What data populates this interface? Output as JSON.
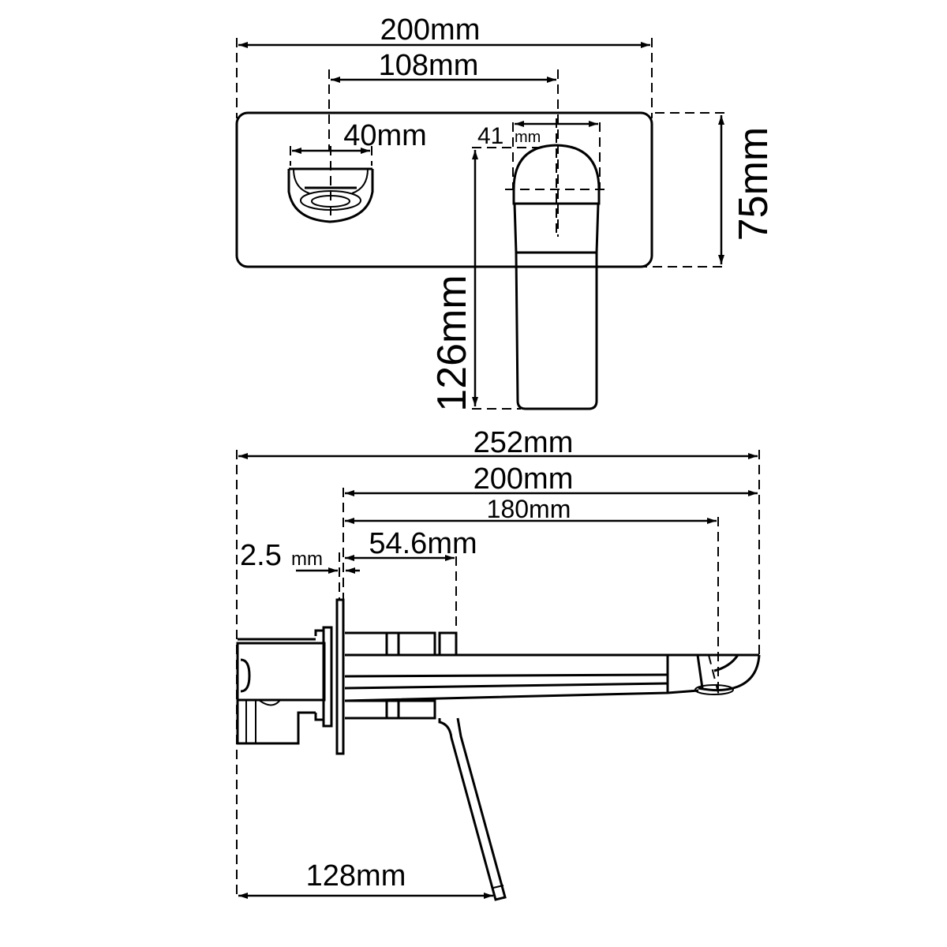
{
  "drawing": {
    "type": "wall-mounted basin mixer dimension drawing",
    "colors": {
      "line": "#000000",
      "background": "#ffffff"
    },
    "front_view": {
      "dimensions": {
        "plate_width": "200mm",
        "spout_to_handle_centers": "108mm",
        "spout_outlet_width": "40mm",
        "handle_width_value": "41",
        "handle_width_unit": "mm",
        "plate_height": "75mm",
        "handle_length": "126mm"
      }
    },
    "side_view": {
      "dimensions": {
        "overall_length": "252mm",
        "spout_from_plate": "200mm",
        "outlet_center_from_plate": "180mm",
        "body_depth": "54.6mm",
        "plate_thickness_value": "2.5",
        "plate_thickness_unit": "mm",
        "handle_reach": "128mm"
      }
    }
  }
}
